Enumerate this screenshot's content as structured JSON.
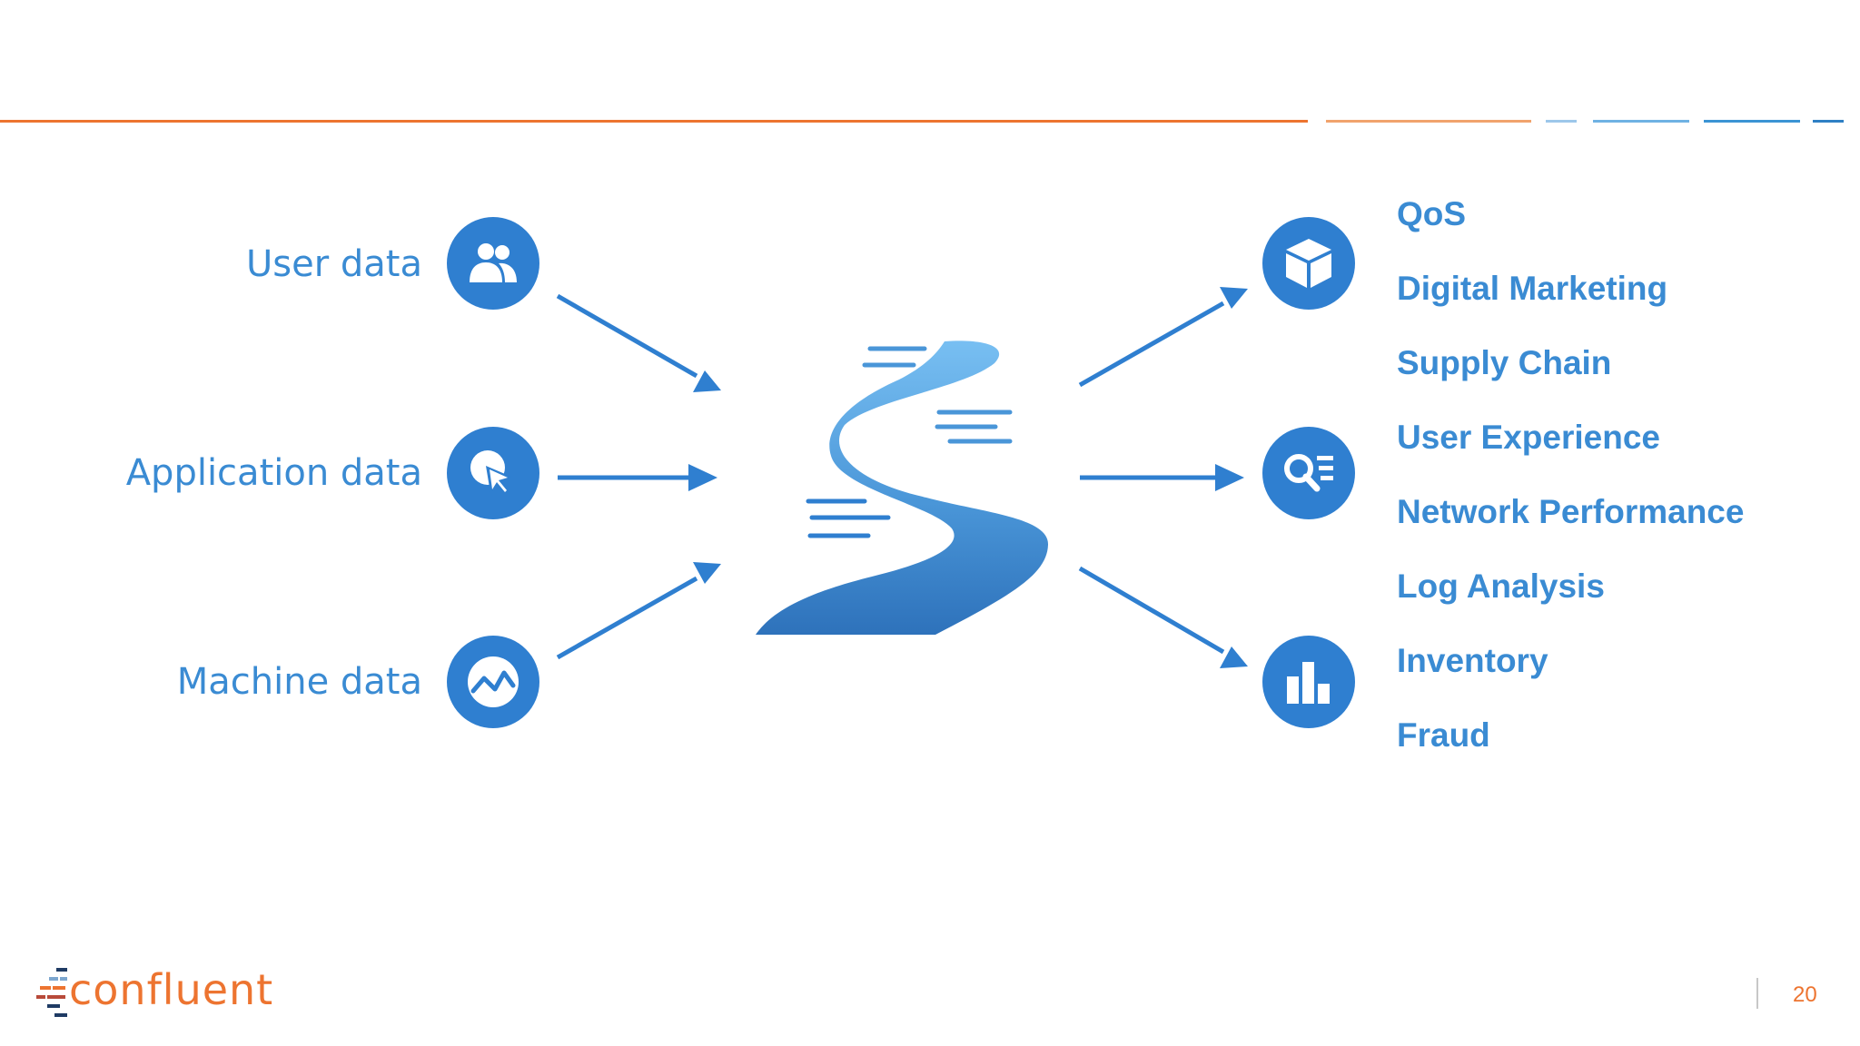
{
  "sources": [
    {
      "label": "User data",
      "icon": "users-icon"
    },
    {
      "label": "Application data",
      "icon": "pointer-click-icon"
    },
    {
      "label": "Machine data",
      "icon": "activity-graph-icon"
    }
  ],
  "center": {
    "icon": "stream-river-icon"
  },
  "destination_icons": [
    "cube-icon",
    "search-list-icon",
    "bar-chart-icon"
  ],
  "use_cases": [
    "QoS",
    "Digital Marketing",
    "Supply Chain",
    "User Experience",
    "Network Performance",
    "Log Analysis",
    "Inventory",
    "Fraud"
  ],
  "footer": {
    "logo_text": "confluent",
    "page_number": "20"
  },
  "colors": {
    "accent_orange": "#ed7430",
    "accent_blue": "#2f7fd0",
    "label_blue": "#3a8bd3"
  }
}
